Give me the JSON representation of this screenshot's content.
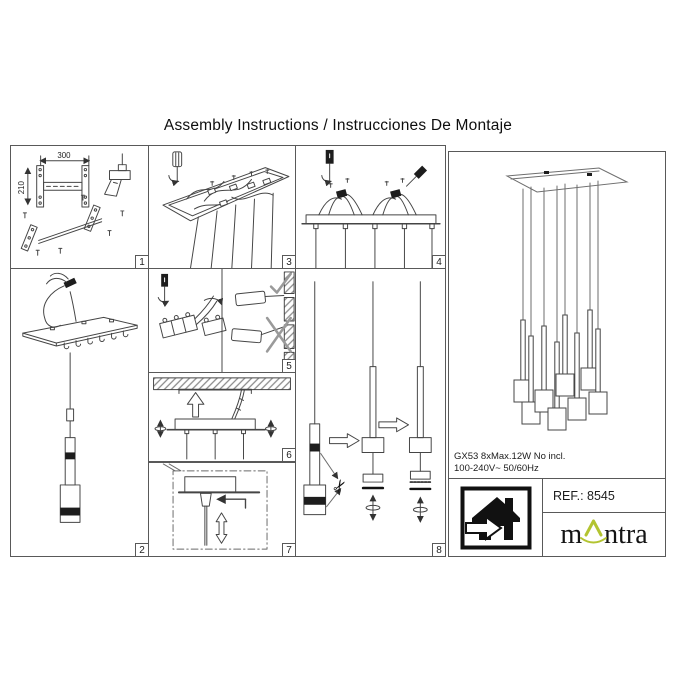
{
  "title": "Assembly Instructions / Instrucciones De Montaje",
  "panels": [
    {
      "num": "1"
    },
    {
      "num": "2"
    },
    {
      "num": "3"
    },
    {
      "num": "4"
    },
    {
      "num": "5"
    },
    {
      "num": "6"
    },
    {
      "num": "7"
    },
    {
      "num": "8"
    }
  ],
  "dimensions": {
    "width_mm": "300",
    "height_mm": "210"
  },
  "specs": {
    "lamp": "GX53 8xMax.12W  No incl.",
    "power": "100-240V~ 50/60Hz"
  },
  "reference": {
    "label": "REF.: 8545"
  },
  "brand": {
    "name_prefix": "m",
    "name_suffix": "ntra",
    "accent_color": "#b3c431"
  },
  "icons": {
    "scissors": "✂"
  }
}
